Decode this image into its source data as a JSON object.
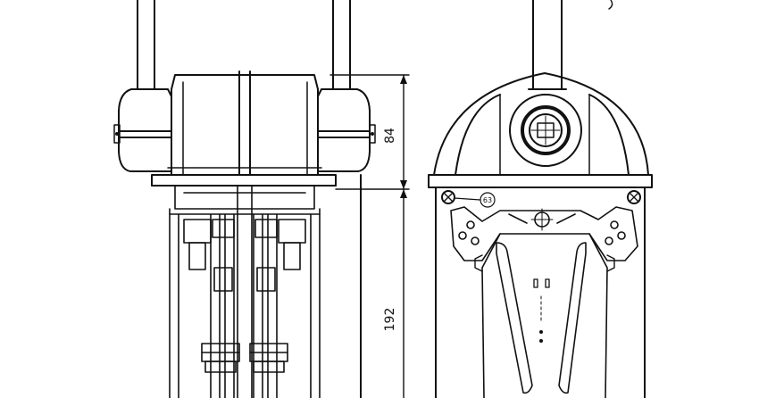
{
  "drawing": {
    "dimension_height_top": "84",
    "dimension_height_bottom": "192",
    "callout": "63"
  },
  "colors": {
    "line": "#111111",
    "background": "#ffffff"
  }
}
